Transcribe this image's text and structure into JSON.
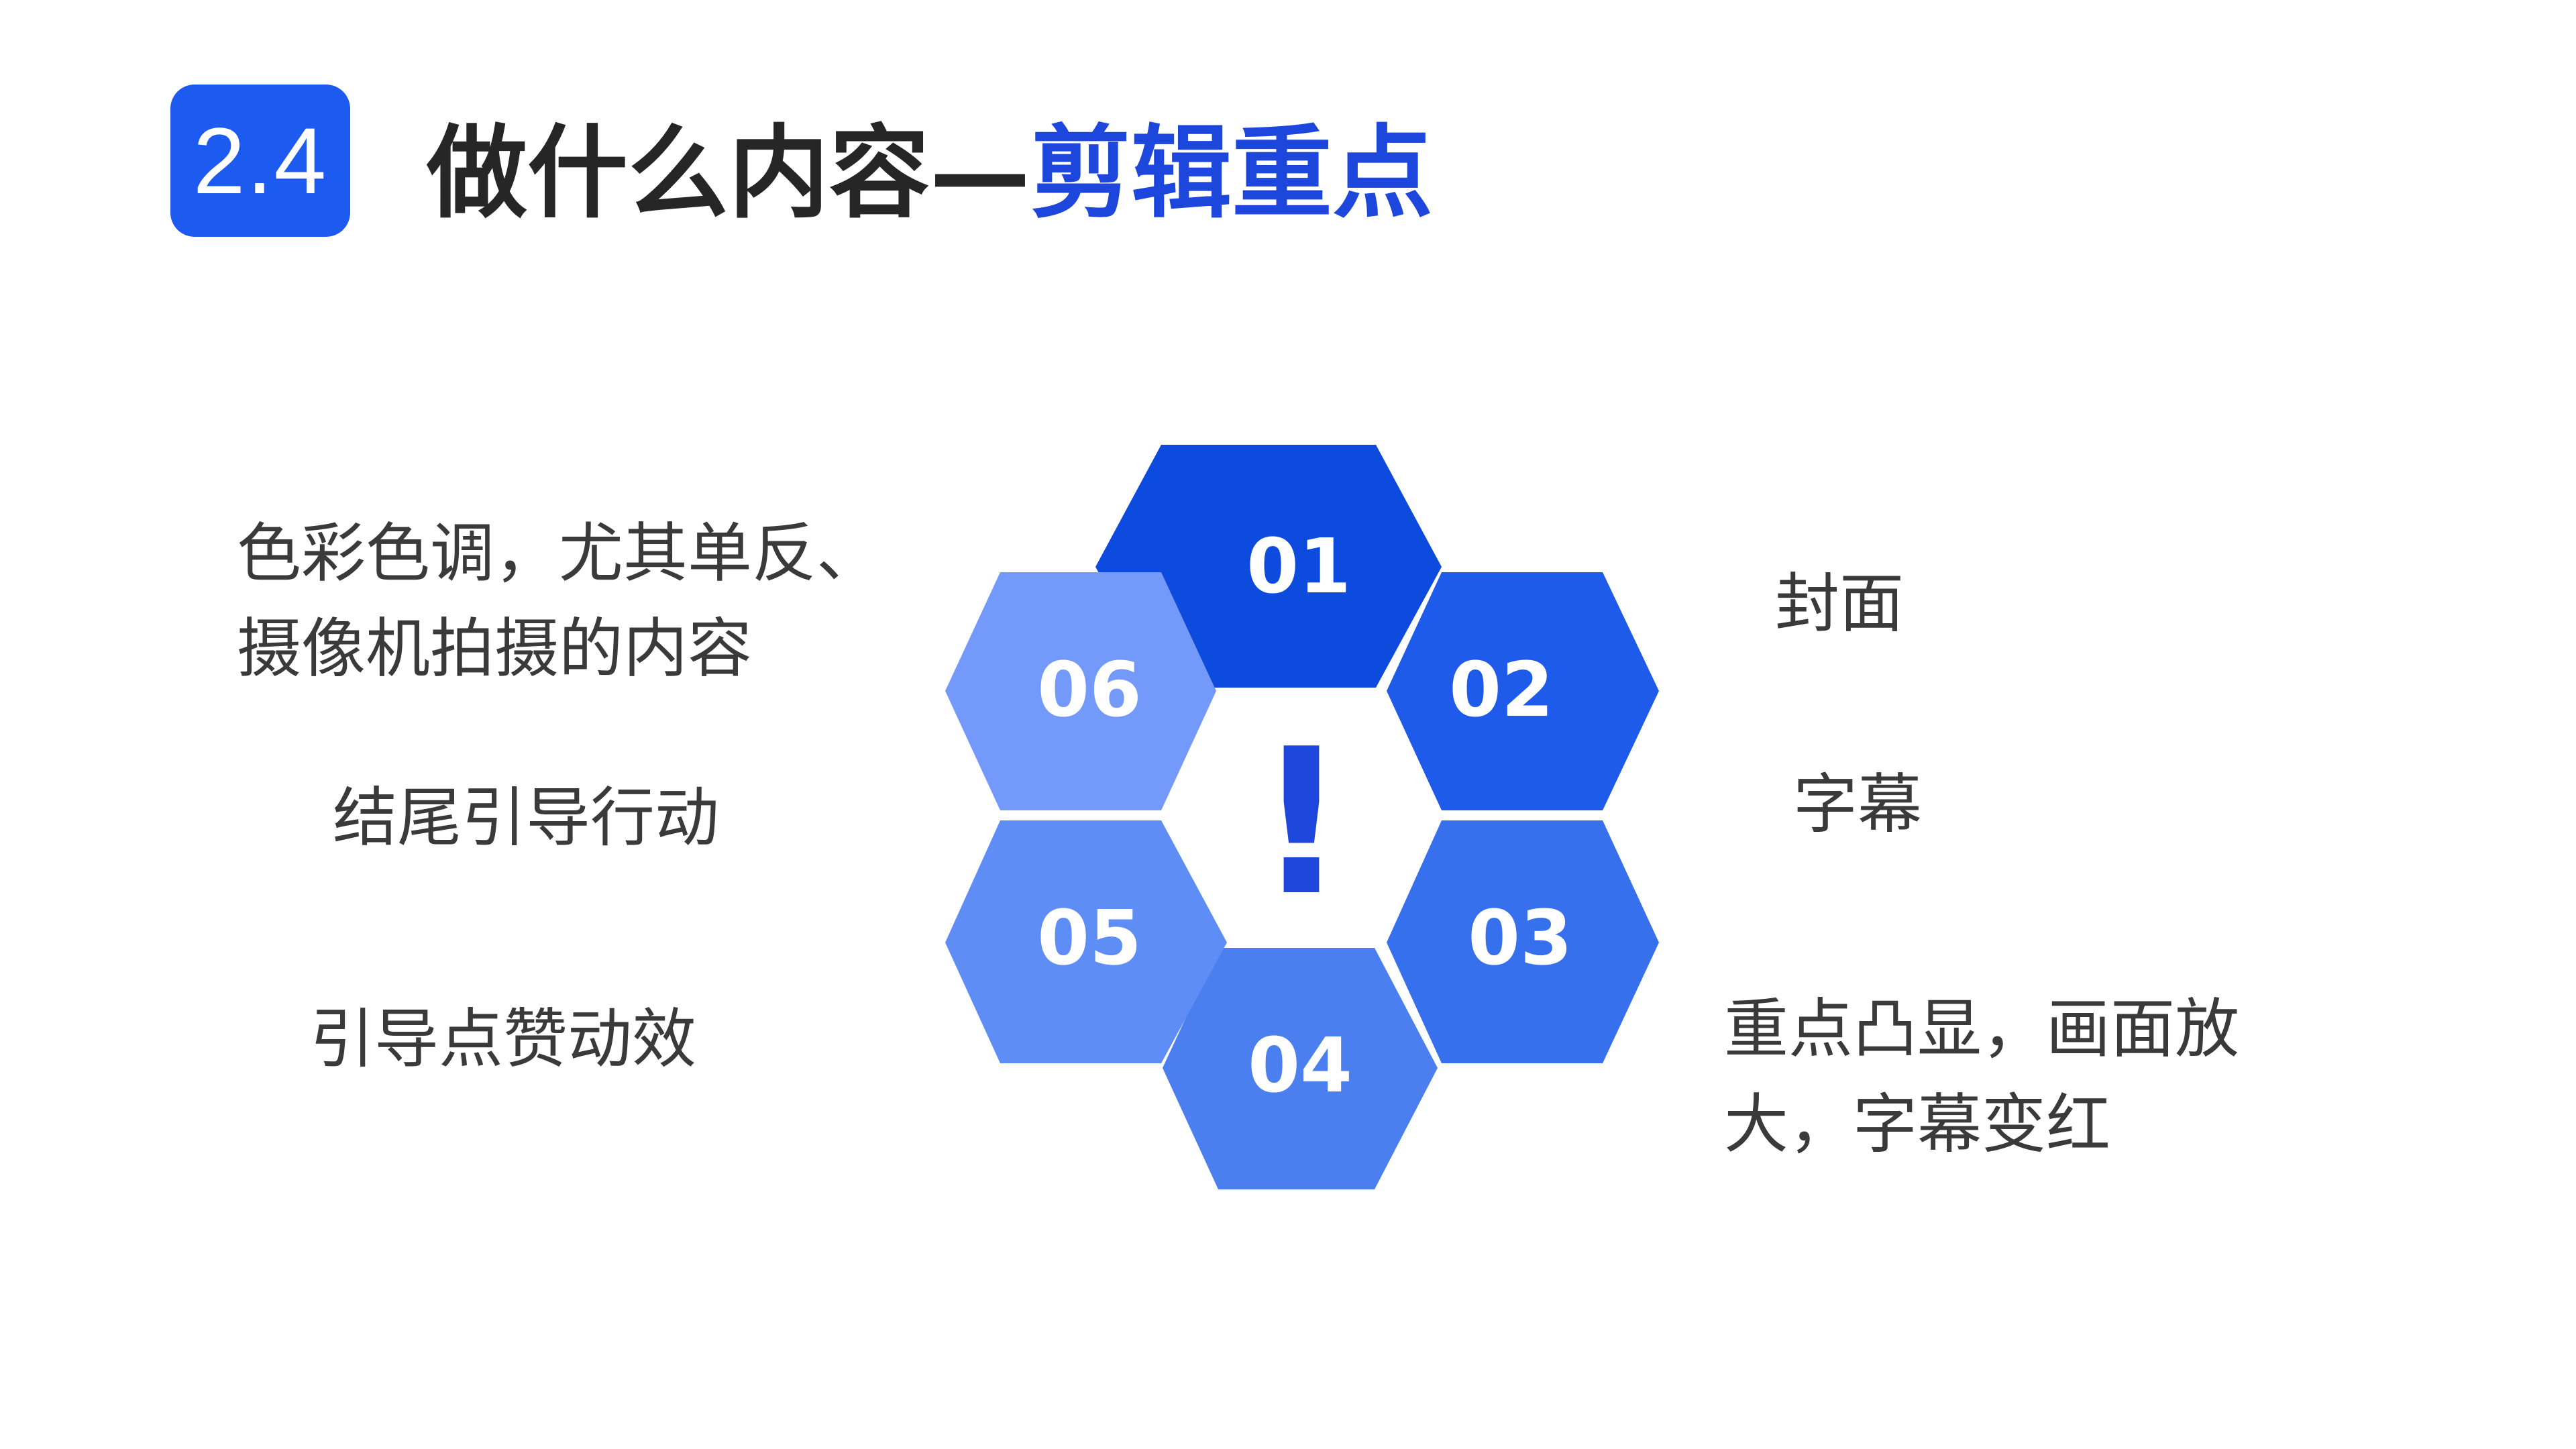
{
  "header": {
    "section_number": "2.4",
    "title_main": "做什么内容—",
    "title_accent": "剪辑重点"
  },
  "hexagons": [
    {
      "id": "01",
      "label": "01",
      "color": "#0D4ADE"
    },
    {
      "id": "02",
      "label": "02",
      "color": "#1F5BEA"
    },
    {
      "id": "03",
      "label": "03",
      "color": "#3670ED"
    },
    {
      "id": "04",
      "label": "04",
      "color": "#4B7FEF"
    },
    {
      "id": "05",
      "label": "05",
      "color": "#5E8DF5"
    },
    {
      "id": "06",
      "label": "06",
      "color": "#7399FA"
    }
  ],
  "center_symbol": "!",
  "callouts": {
    "c01": "色彩色调，尤其单反、\n摄像机拍摄的内容",
    "c02": "封面",
    "c03": "字幕",
    "c04": "重点凸显，画面放\n大，字幕变红",
    "c05": "引导点赞动效",
    "c06": "结尾引导行动"
  },
  "colors": {
    "accent": "#1D46DC",
    "badge": "#1D5AF0",
    "text": "#262626",
    "callout_text": "#3a3a3a"
  }
}
